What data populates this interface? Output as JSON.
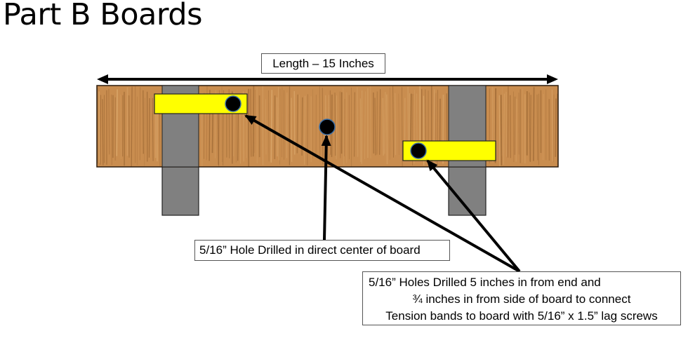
{
  "title": "Part B Boards",
  "length_label": "Length – 15 Inches",
  "center_hole_label": "5/16” Hole Drilled in direct center of board",
  "side_holes_label": {
    "line1": "5/16” Holes Drilled 5 inches in from end and",
    "line2": "¾ inches in from side of board to connect",
    "line3": "Tension bands to board with 5/16” x 1.5” lag screws"
  },
  "colors": {
    "wood_base": "#c98d4f",
    "wood_grain_dark": "#9a6532",
    "wood_grain_light": "#dcaa6e",
    "strap_gray": "#808080",
    "band_yellow": "#ffff00",
    "hole_black": "#000000",
    "hole_ring": "#3a6fa8",
    "arrow": "#000000"
  }
}
